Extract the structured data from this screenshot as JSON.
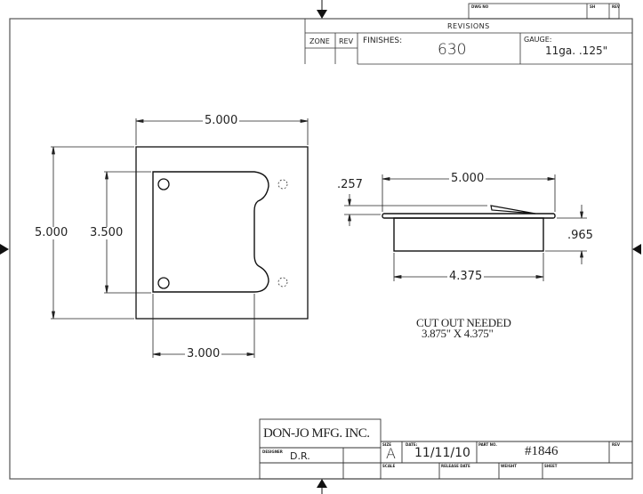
{
  "revision_block": {
    "dwg_no_label": "DWG NO",
    "sh_label": "SH",
    "rev_label": "REV",
    "title": "REVISIONS",
    "zone_label": "ZONE",
    "rev_col_label": "REV",
    "finishes_label": "FINISHES:",
    "finishes_value": "630",
    "gauge_label": "GAUGE:",
    "gauge_value": "11ga.  .125\""
  },
  "top_view": {
    "overall_width": "5.000",
    "overall_height": "5.000",
    "inner_height": "3.500",
    "inner_width": "3.000"
  },
  "side_view": {
    "flange_width": "5.000",
    "tab_height": ".257",
    "body_height": ".965",
    "body_width": "4.375"
  },
  "note": {
    "line1": "CUT OUT NEEDED",
    "line2": "3.875\" X 4.375\""
  },
  "title_block": {
    "company": "DON-JO MFG. INC.",
    "designer_label": "DESIGNER",
    "designer_value": "D.R.",
    "size_label": "SIZE",
    "size_value": "A",
    "date_label": "DATE:",
    "date_value": "11/11/10",
    "part_no_label": "PART NO.",
    "part_no_value": "#1846",
    "rev_label": "REV",
    "scale_label": "SCALE",
    "release_date_label": "RELEASE DATE",
    "weight_label": "WEIGHT",
    "sheet_label": "SHEET"
  },
  "colors": {
    "line": "#111111",
    "border": "#555555",
    "background": "#ffffff"
  }
}
